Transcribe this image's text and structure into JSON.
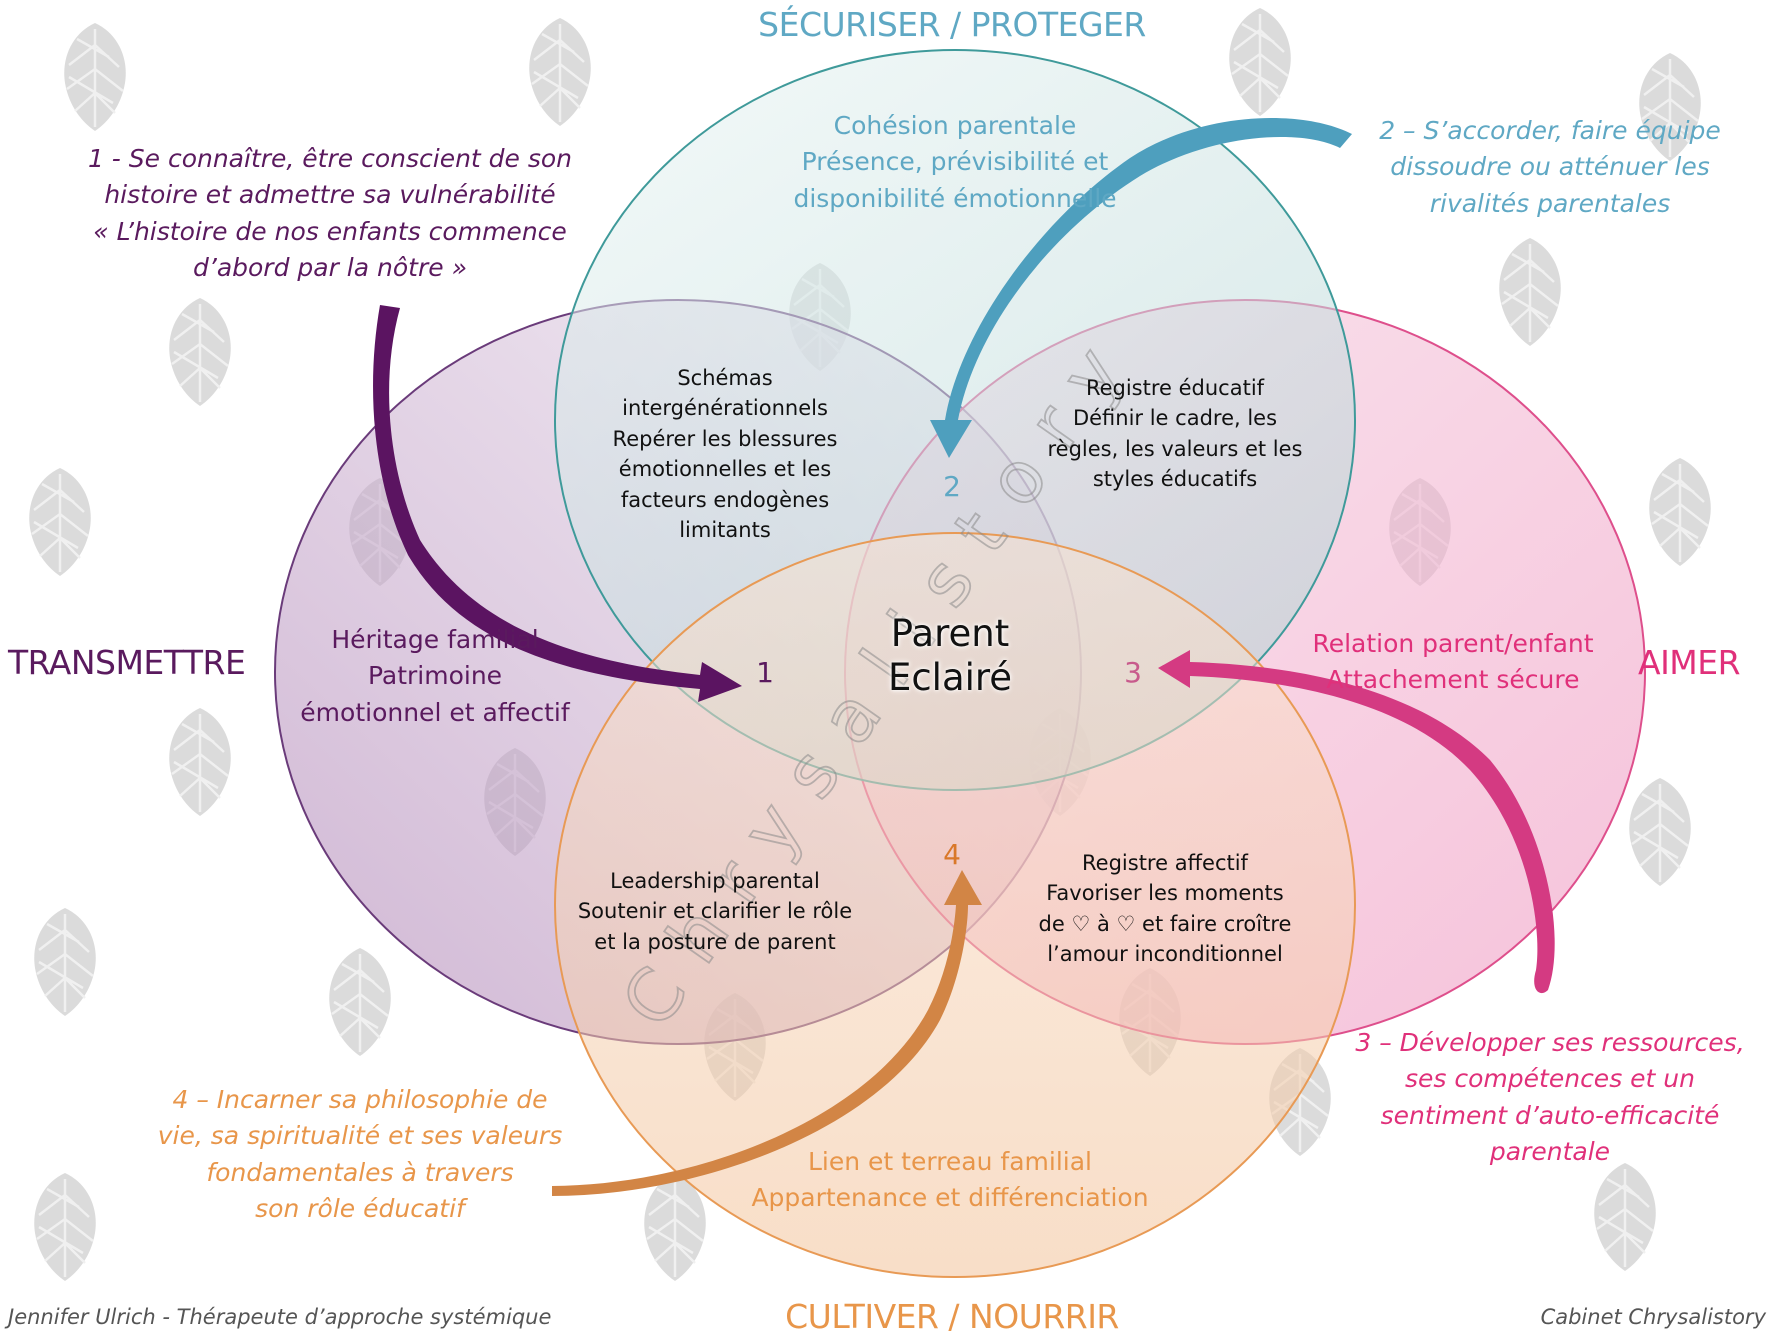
{
  "colors": {
    "teal": "#4fa0a8",
    "teal_text": "#5fa8c4",
    "purple": "#5a1a5e",
    "pink": "#e0307a",
    "orange": "#e8964a",
    "orange_dark": "#d9782a"
  },
  "labels": {
    "top": "SÉCURISER / PROTEGER",
    "left": "TRANSMETTRE",
    "right": "AIMER",
    "bottom": "CULTIVER / NOURRIR"
  },
  "center": {
    "line1": "Parent",
    "line2": "Eclairé"
  },
  "watermark": "Chrysalistory",
  "zones": {
    "top": [
      "Cohésion parentale",
      "Présence, prévisibilité et",
      "disponibilité émotionnelle"
    ],
    "left": [
      "Héritage familial",
      "Patrimoine",
      "émotionnel et affectif"
    ],
    "right": [
      "Relation parent/enfant",
      "Attachement sécure"
    ],
    "bottom": [
      "Lien et terreau familial",
      "Appartenance et différenciation"
    ],
    "top_left": [
      "Schémas",
      "intergénérationnels",
      "Repérer les blessures",
      "émotionnelles et les",
      "facteurs endogènes",
      "limitants"
    ],
    "top_right": [
      "Registre éducatif",
      "Définir le cadre, les",
      "règles, les valeurs et les",
      "styles éducatifs"
    ],
    "bottom_left": [
      "Leadership parental",
      "Soutenir et clarifier le rôle",
      "et la posture de parent"
    ],
    "bottom_right": [
      "Registre affectif",
      "Favoriser les moments",
      "de ♡ à ♡ et faire croître",
      "l’amour inconditionnel"
    ]
  },
  "numbers": {
    "n1": "1",
    "n2": "2",
    "n3": "3",
    "n4": "4"
  },
  "notes": {
    "n1": [
      "1 - Se connaître, être conscient de son",
      "histoire et admettre sa vulnérabilité",
      "« L’histoire de nos enfants commence",
      "d’abord par la nôtre »"
    ],
    "n2": [
      "2 – S’accorder, faire équipe",
      "dissoudre ou atténuer les",
      "rivalités parentales"
    ],
    "n3": [
      "3 – Développer ses ressources,",
      "ses compétences et un",
      "sentiment d’auto-efficacité",
      "parentale"
    ],
    "n4": [
      "4 – Incarner sa philosophie de",
      "vie, sa spiritualité et ses valeurs",
      "fondamentales à travers",
      "son rôle éducatif"
    ]
  },
  "footer": {
    "left": "Jennifer Ulrich - Thérapeute d’approche systémique",
    "right": "Cabinet Chrysalistory"
  }
}
